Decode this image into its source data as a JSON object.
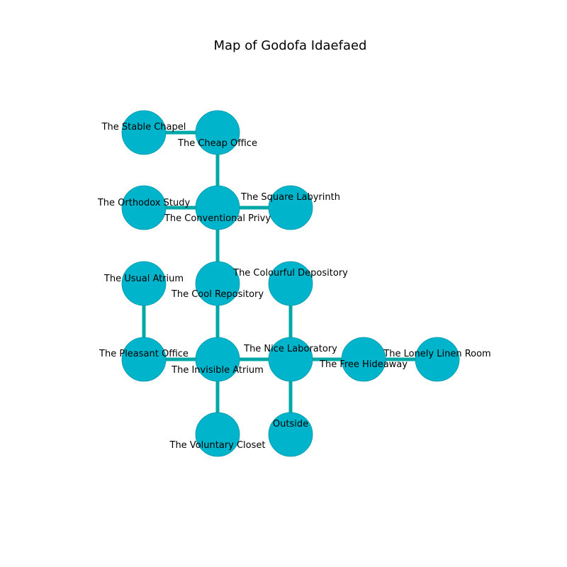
{
  "title": "Map of Godofa Idaefaed",
  "colors": {
    "node": "#00b4cc",
    "edge": "#00a9a8"
  },
  "rooms": [
    {
      "id": "stable-chapel",
      "label": "The Stable Chapel"
    },
    {
      "id": "cheap-office",
      "label": "The Cheap Office"
    },
    {
      "id": "orthodox-study",
      "label": "The Orthodox Study"
    },
    {
      "id": "conventional-privy",
      "label": "The Conventional Privy"
    },
    {
      "id": "square-labyrinth",
      "label": "The Square Labyrinth"
    },
    {
      "id": "usual-atrium",
      "label": "The Usual Atrium"
    },
    {
      "id": "cool-repository",
      "label": "The Cool Repository"
    },
    {
      "id": "colourful-depository",
      "label": "The Colourful Depository"
    },
    {
      "id": "pleasant-office",
      "label": "The Pleasant Office"
    },
    {
      "id": "invisible-atrium",
      "label": "The Invisible Atrium"
    },
    {
      "id": "nice-laboratory",
      "label": "The Nice Laboratory"
    },
    {
      "id": "free-hideaway",
      "label": "The Free Hideaway"
    },
    {
      "id": "lonely-linen-room",
      "label": "The Lonely Linen Room"
    },
    {
      "id": "voluntary-closet",
      "label": "The Voluntary Closet"
    },
    {
      "id": "outside",
      "label": "Outside"
    }
  ],
  "connections": [
    [
      "stable-chapel",
      "cheap-office"
    ],
    [
      "cheap-office",
      "conventional-privy"
    ],
    [
      "orthodox-study",
      "conventional-privy"
    ],
    [
      "conventional-privy",
      "square-labyrinth"
    ],
    [
      "conventional-privy",
      "cool-repository"
    ],
    [
      "cool-repository",
      "invisible-atrium"
    ],
    [
      "usual-atrium",
      "pleasant-office"
    ],
    [
      "pleasant-office",
      "invisible-atrium"
    ],
    [
      "invisible-atrium",
      "nice-laboratory"
    ],
    [
      "colourful-depository",
      "nice-laboratory"
    ],
    [
      "nice-laboratory",
      "free-hideaway"
    ],
    [
      "free-hideaway",
      "lonely-linen-room"
    ],
    [
      "invisible-atrium",
      "voluntary-closet"
    ],
    [
      "nice-laboratory",
      "outside"
    ]
  ]
}
